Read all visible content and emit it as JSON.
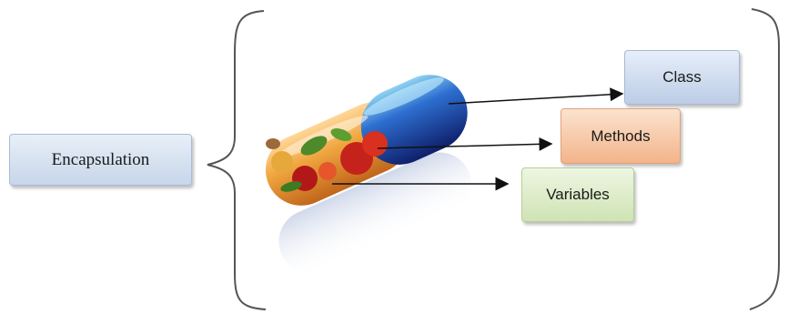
{
  "diagram": {
    "root": {
      "label": "Encapsulation"
    },
    "members": [
      {
        "label": "Class",
        "color": "#c9d8ec"
      },
      {
        "label": "Methods",
        "color": "#f6c29d"
      },
      {
        "label": "Variables",
        "color": "#d9e9c4"
      }
    ],
    "capsule_picture": "capsule-pill-with-vegetables",
    "capsule_colors": {
      "cap": "#1f3f9a",
      "body": "#f0a640"
    }
  }
}
